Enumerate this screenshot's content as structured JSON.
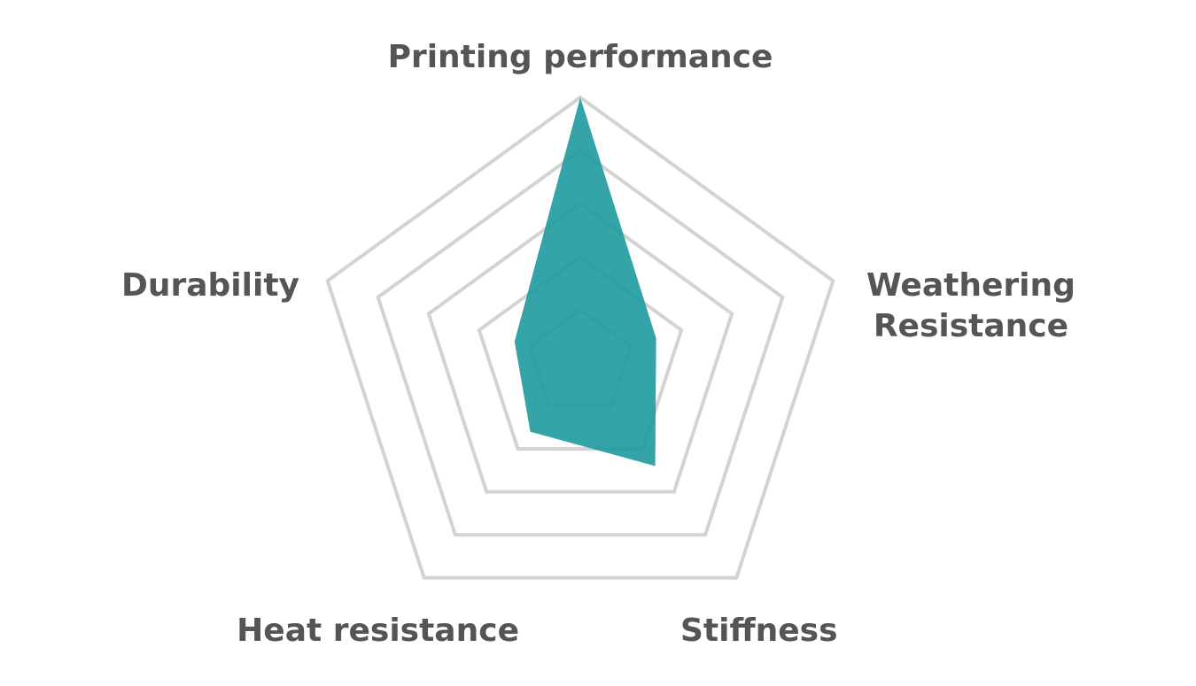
{
  "chart_data": {
    "type": "radar",
    "axes": [
      {
        "label_lines": [
          "Printing performance"
        ]
      },
      {
        "label_lines": [
          "Weathering",
          "Resistance"
        ]
      },
      {
        "label_lines": [
          "Stiffness"
        ]
      },
      {
        "label_lines": [
          "Heat resistance"
        ]
      },
      {
        "label_lines": [
          "Durability"
        ]
      }
    ],
    "levels": 5,
    "range": [
      0,
      5
    ],
    "series": [
      {
        "values": [
          5,
          1.5,
          2.4,
          1.6,
          1.3
        ],
        "color": "#1e9aa0"
      }
    ],
    "grid": true,
    "grid_color": "#d3d3d3",
    "label_color": "#555555",
    "legend": "none"
  }
}
